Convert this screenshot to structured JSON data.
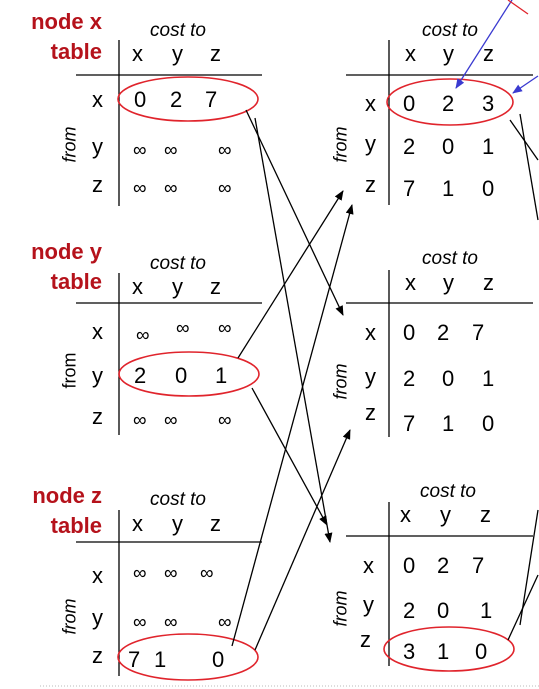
{
  "tables": {
    "node_x": {
      "label_line1": "node x",
      "label_line2": "table",
      "cost_to": "cost to",
      "cols": [
        "x",
        "y",
        "z"
      ],
      "from": "from",
      "rows": [
        {
          "label": "x",
          "values": [
            "0",
            "2",
            "7"
          ]
        },
        {
          "label": "y",
          "values": [
            "∞",
            "∞",
            "∞"
          ]
        },
        {
          "label": "z",
          "values": [
            "∞",
            "∞",
            "∞"
          ]
        }
      ]
    },
    "node_y": {
      "label_line1": "node y",
      "label_line2": "table",
      "cost_to": "cost to",
      "cols": [
        "x",
        "y",
        "z"
      ],
      "from": "from",
      "rows": [
        {
          "label": "x",
          "values": [
            "∞",
            "∞",
            "∞"
          ]
        },
        {
          "label": "y",
          "values": [
            "2",
            "0",
            "1"
          ]
        },
        {
          "label": "z",
          "values": [
            "∞",
            "∞",
            "∞"
          ]
        }
      ]
    },
    "node_z": {
      "label_line1": "node z",
      "label_line2": "table",
      "cost_to": "cost to",
      "cols": [
        "x",
        "y",
        "z"
      ],
      "from": "from",
      "rows": [
        {
          "label": "x",
          "values": [
            "∞",
            "∞",
            "∞"
          ]
        },
        {
          "label": "y",
          "values": [
            "∞",
            "∞",
            "∞"
          ]
        },
        {
          "label": "z",
          "values": [
            "7",
            "1",
            "0"
          ]
        }
      ]
    },
    "x_updated": {
      "cost_to": "cost to",
      "cols": [
        "x",
        "y",
        "z"
      ],
      "from": "from",
      "rows": [
        {
          "label": "x",
          "values": [
            "0",
            "2",
            "3"
          ]
        },
        {
          "label": "y",
          "values": [
            "2",
            "0",
            "1"
          ]
        },
        {
          "label": "z",
          "values": [
            "7",
            "1",
            "0"
          ]
        }
      ]
    },
    "y_updated": {
      "cost_to": "cost to",
      "cols": [
        "x",
        "y",
        "z"
      ],
      "from": "from",
      "rows": [
        {
          "label": "x",
          "values": [
            "0",
            "2",
            "7"
          ]
        },
        {
          "label": "y",
          "values": [
            "2",
            "0",
            "1"
          ]
        },
        {
          "label": "z",
          "values": [
            "7",
            "1",
            "0"
          ]
        }
      ]
    },
    "z_updated": {
      "cost_to": "cost to",
      "cols": [
        "x",
        "y",
        "z"
      ],
      "from": "from",
      "rows": [
        {
          "label": "x",
          "values": [
            "0",
            "2",
            "7"
          ]
        },
        {
          "label": "y",
          "values": [
            "2",
            "0",
            "1"
          ]
        },
        {
          "label": "z",
          "values": [
            "3",
            "1",
            "0"
          ]
        }
      ]
    }
  },
  "colors": {
    "label_red": "#b5121b",
    "ellipse_red": "#e0242c",
    "blue_arrow": "#3a3ad0",
    "arrow_black": "#000000"
  }
}
